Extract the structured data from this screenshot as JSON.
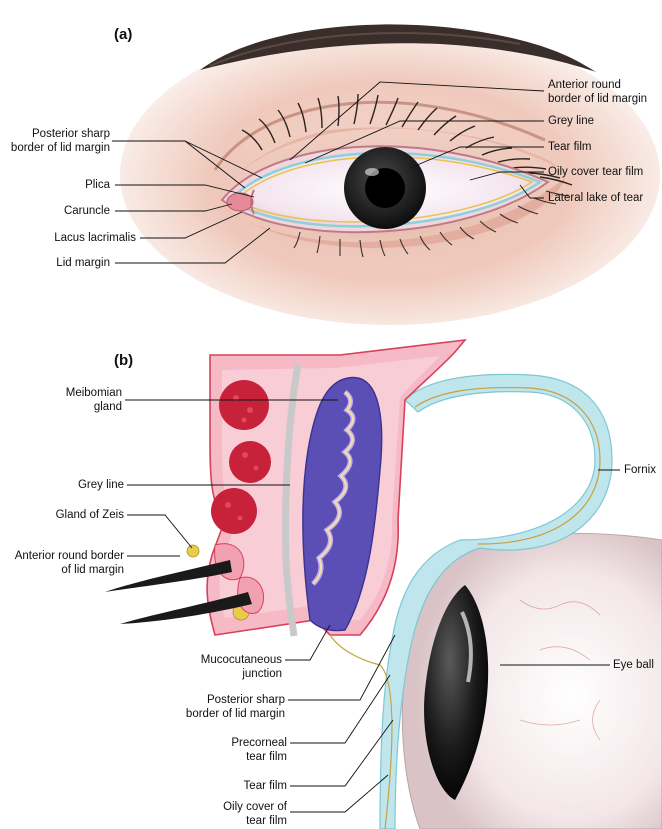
{
  "panels": {
    "a": "(a)",
    "b": "(b)"
  },
  "labels_a": {
    "posterior_sharp_border": "Posterior sharp\nborder of lid margin",
    "plica": "Plica",
    "caruncle": "Caruncle",
    "lacus_lacrimalis": "Lacus lacrimalis",
    "lid_margin": "Lid margin",
    "anterior_round_border": "Anterior round\nborder of lid margin",
    "grey_line": "Grey line",
    "tear_film": "Tear film",
    "oily_cover_tear_film": "Oily cover tear film",
    "lateral_lake_of_tear": "Lateral lake of tear"
  },
  "labels_b": {
    "meibomian_gland": "Meibomian\ngland",
    "grey_line": "Grey line",
    "gland_of_zeis": "Gland of Zeis",
    "anterior_round_border": "Anterior round border\nof lid margin",
    "fornix": "Fornix",
    "eye_ball": "Eye ball",
    "mucocutaneous_junction": "Mucocutaneous\njunction",
    "posterior_sharp_border": "Posterior sharp\nborder of lid margin",
    "precorneal_tear_film": "Precorneal\ntear film",
    "tear_film": "Tear film",
    "oily_cover_of_tear_film": "Oily cover of\ntear film"
  },
  "colors": {
    "skin": "#f2cfc2",
    "lid_pink": "#f6b9c6",
    "lid_outline": "#d8405a",
    "meibomian_purple": "#5b4fb5",
    "gland_red": "#c8223a",
    "tear_blue": "#bfe6ec",
    "gold_line": "#c8a03c",
    "iris_black": "#1b1b1b"
  }
}
